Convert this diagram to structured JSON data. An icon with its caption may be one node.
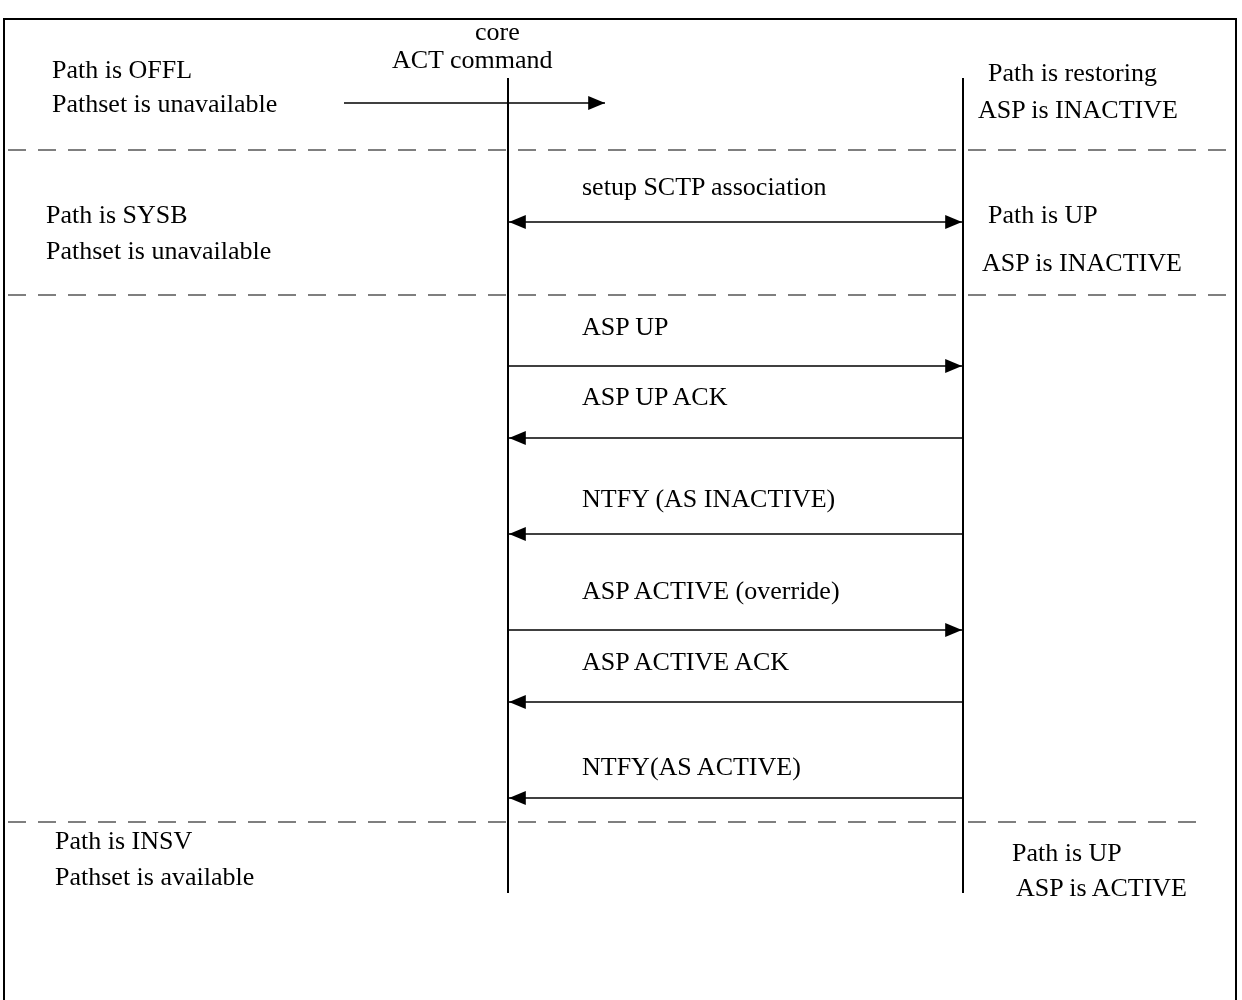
{
  "diagram": {
    "nodes": [
      {
        "text": [],
        "shape": "line"
      },
      {
        "text": [],
        "shape": "line"
      },
      {
        "text": [
          "Path is OFFL",
          "Pathset is unavailable"
        ]
      }
    ],
    "edges": [
      {
        "from": 2,
        "to": null,
        "arrow": "to",
        "label": "ACT command"
      },
      {
        "from": 0,
        "to": 1,
        "arrow": "both",
        "label": "setup SCTP association"
      },
      {
        "from": 0,
        "to": 1,
        "arrow": "to",
        "label": "ASP UP"
      },
      {
        "from": 1,
        "to": 0,
        "arrow": "to",
        "label": "ASP UP ACK"
      },
      {
        "from": 1,
        "to": 0,
        "arrow": "to",
        "label": "NTFY (AS INACTIVE)"
      },
      {
        "from": 0,
        "to": 1,
        "arrow": "to",
        "label": "ASP ACTIVE (override)"
      },
      {
        "from": 1,
        "to": 0,
        "arrow": "to",
        "label": "ASP ACTIVE ACK"
      },
      {
        "from": 1,
        "to": 0,
        "arrow": "to",
        "label": "NTFY(AS ACTIVE)"
      }
    ],
    "labels": [
      "core",
      "Path is restoring",
      "ASP is INACTIVE",
      "Path is SYSB",
      "Pathset is unavailable",
      "Path is UP",
      "ASP is INACTIVE",
      "Path is INSV",
      "Pathset is available",
      "Path is UP",
      "ASP is ACTIVE"
    ]
  }
}
